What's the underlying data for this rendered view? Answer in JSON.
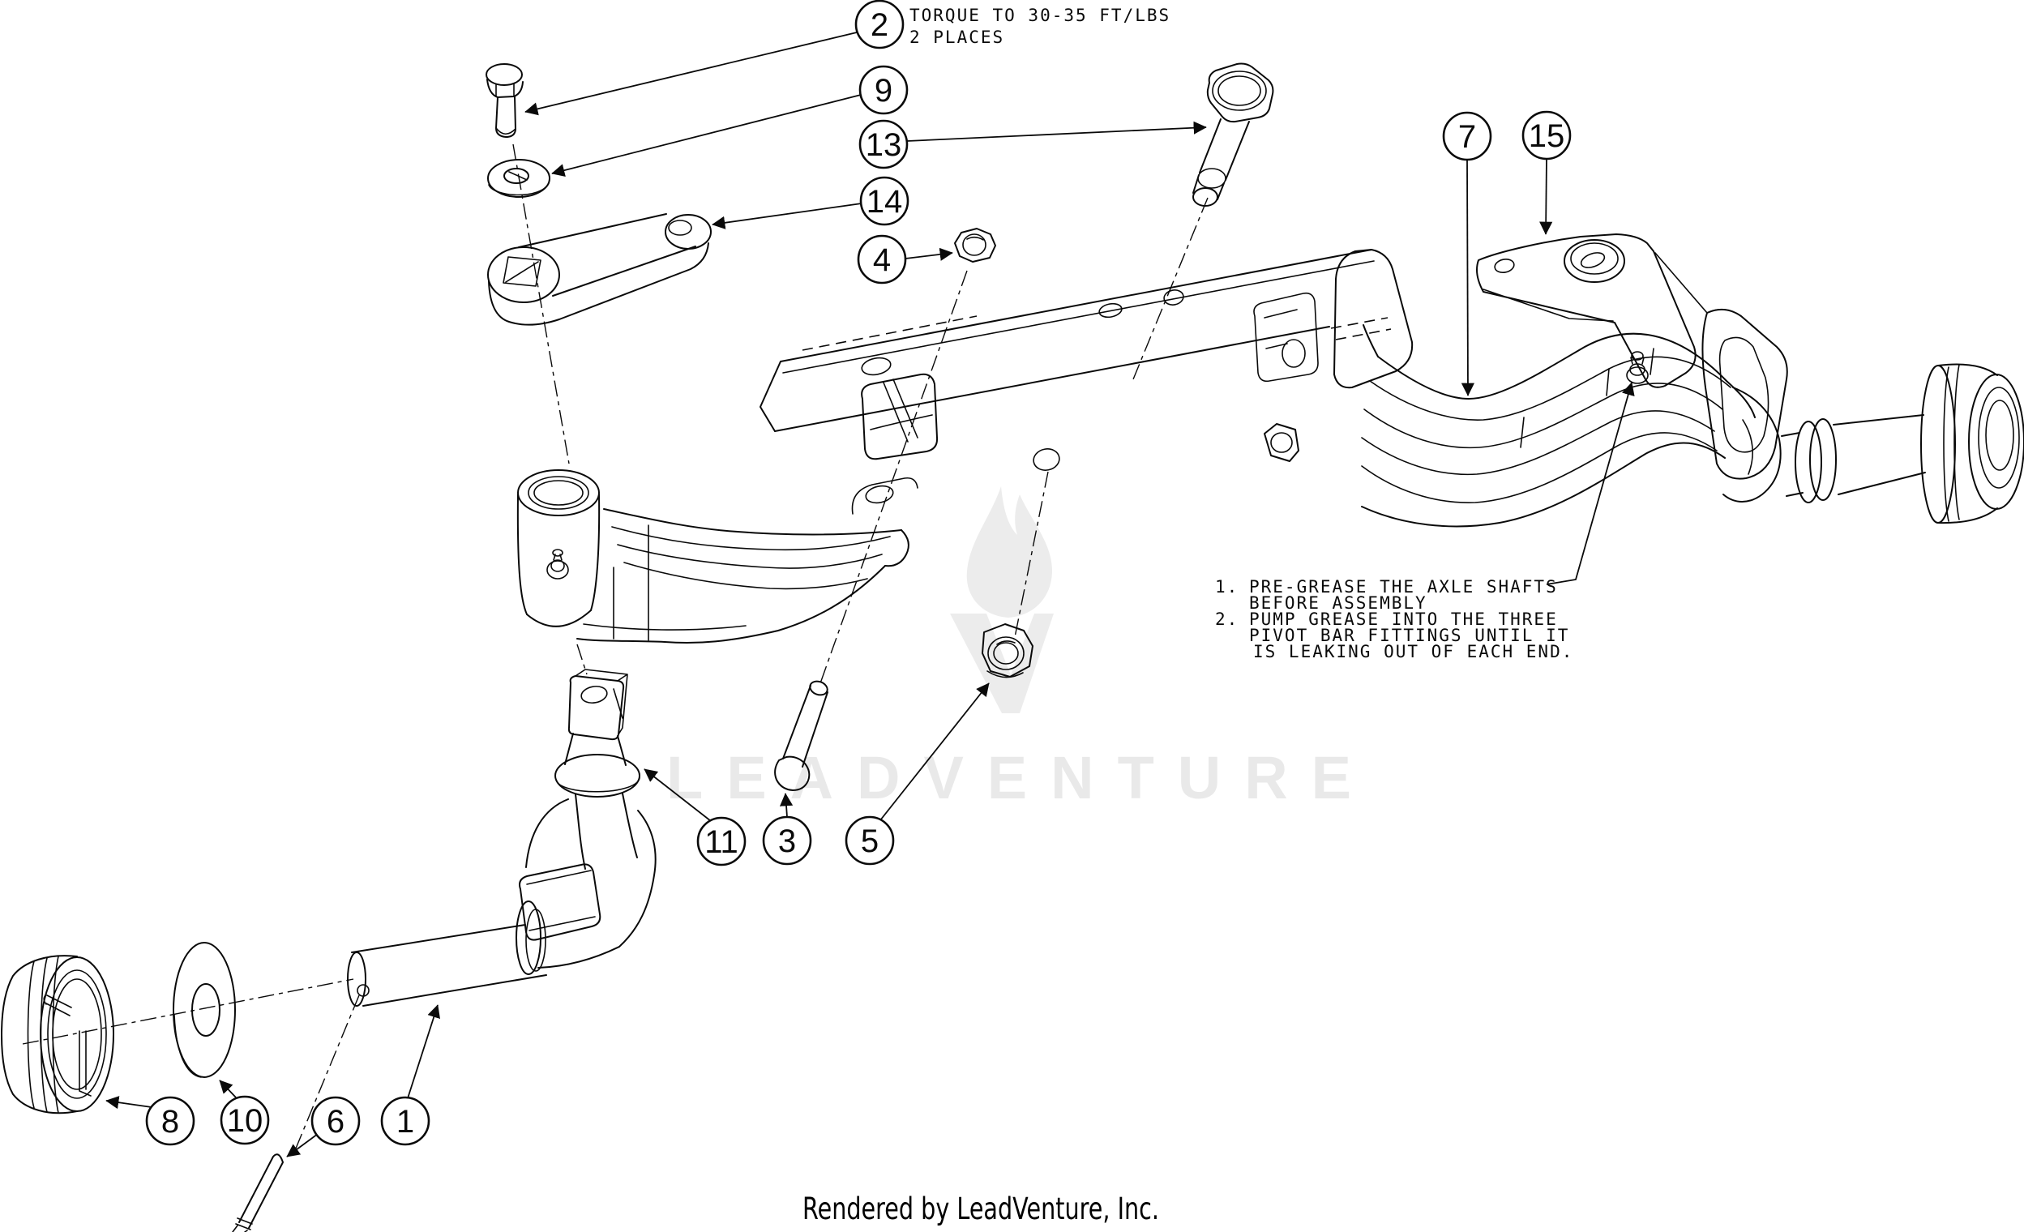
{
  "drawing": {
    "torque_note": [
      "TORQUE TO 30-35 FT/LBS",
      "2 PLACES"
    ],
    "assembly_notes": [
      {
        "num": "1.",
        "text": "PRE-GREASE THE AXLE SHAFTS"
      },
      {
        "num": "",
        "text": "BEFORE ASSEMBLY"
      },
      {
        "num": "2.",
        "text": "PUMP GREASE INTO THE THREE"
      },
      {
        "num": "",
        "text": "PIVOT BAR FITTINGS UNTIL IT"
      },
      {
        "num": "",
        "text": "IS LEAKING OUT OF EACH END."
      }
    ],
    "callouts": [
      "2",
      "9",
      "13",
      "14",
      "4",
      "7",
      "15",
      "11",
      "3",
      "5",
      "8",
      "10",
      "6",
      "1"
    ],
    "watermark": "LEADVENTURE",
    "footer": "Rendered by LeadVenture, Inc.",
    "colors": {
      "line": "#0a0a0a",
      "watermark": "#e9e9e9",
      "background": "#ffffff"
    }
  }
}
